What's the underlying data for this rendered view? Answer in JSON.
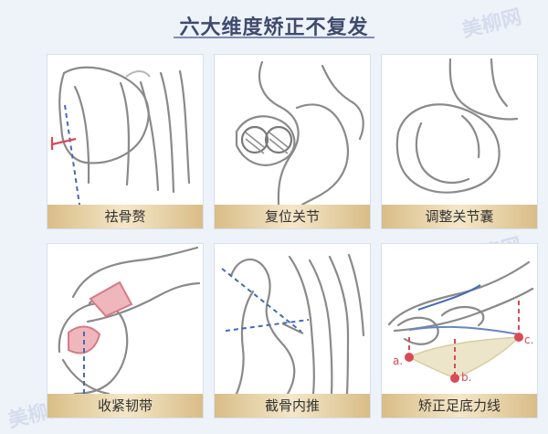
{
  "title": "六大维度矫正不复发",
  "watermark": "美柳网",
  "cards": [
    {
      "label": "祛骨赘"
    },
    {
      "label": "复位关节"
    },
    {
      "label": "调整关节囊"
    },
    {
      "label": "收紧韧带"
    },
    {
      "label": "截骨内推"
    },
    {
      "label": "矫正足底力线"
    }
  ],
  "markers": {
    "a": "a.",
    "b": "b.",
    "c": "c."
  },
  "colors": {
    "title": "#3f4b6d",
    "label_bg": "#e6d1a6",
    "accent_red": "#d94a57"
  }
}
